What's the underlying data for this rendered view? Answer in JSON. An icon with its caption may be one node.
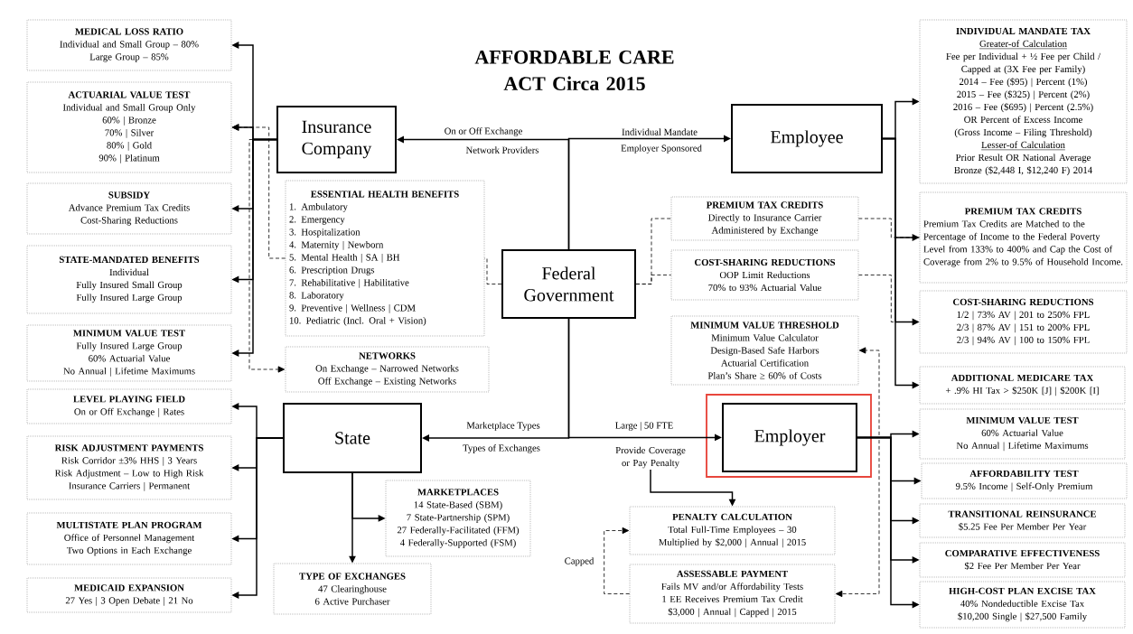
{
  "diagram": {
    "title": "AFFORDABLE CARE ACT Circa 2015",
    "nodes": [
      {
        "text": [
          "MEDICAL LOSS RATIO",
          "Individual and Small Group – 80%",
          "Large Group – 85%"
        ]
      },
      {
        "text": [
          "ACTUARIAL VALUE TEST",
          "Individual and Small Group Only",
          "60% | Bronze",
          "70% | Silver",
          "80% | Gold",
          "90% | Platinum"
        ]
      },
      {
        "text": [
          "SUBSIDY",
          "Advance Premium Tax Credits",
          "Cost-Sharing Reductions"
        ]
      },
      {
        "text": [
          "STATE-MANDATED BENEFITS",
          "Individual",
          "Fully Insured Small Group",
          "Fully Insured Large Group"
        ]
      },
      {
        "text": [
          "MINIMUM VALUE TEST",
          "Fully Insured Large Group",
          "60% Actuarial Value",
          "No Annual | Lifetime Maximums"
        ]
      },
      {
        "text": [
          "LEVEL PLAYING FIELD",
          "On or Off Exchange | Rates"
        ]
      },
      {
        "text": [
          "RISK ADJUSTMENT PAYMENTS",
          "Risk Corridor ±3% HHS | 3 Years",
          "Risk Adjustment – Low to High Risk",
          "Insurance Carriers | Permanent"
        ]
      },
      {
        "text": [
          "MULTISTATE PLAN PROGRAM",
          "Office of Personnel Management",
          "Two Options in Each Exchange"
        ]
      },
      {
        "text": [
          "MEDICAID EXPANSION",
          "27 Yes | 3 Open Debate | 21 No"
        ]
      },
      {
        "text": [
          "Insurance Company"
        ]
      },
      {
        "text": [
          "ESSENTIAL HEALTH BENEFITS",
          "1. Ambulatory",
          "2. Emergency",
          "3. Hospitalization",
          "4. Maternity | Newborn",
          "5. Mental Health | SA | BH",
          "6. Prescription Drugs",
          "7. Rehabilitative | Habilitative",
          "8. Laboratory",
          "9. Preventive | Wellness | CDM",
          "10. Pediatric (Incl. Oral + Vision)"
        ]
      },
      {
        "text": [
          "NETWORKS",
          "On Exchange – Narrowed Networks",
          "Off Exchange – Existing Networks"
        ]
      },
      {
        "text": [
          "Federal Government"
        ]
      },
      {
        "text": [
          "State"
        ]
      },
      {
        "text": [
          "MARKETPLACES",
          "14 State-Based (SBM)",
          "7 State-Partnership (SPM)",
          "27 Federally-Facilitated (FFM)",
          "4 Federally-Supported (FSM)"
        ]
      },
      {
        "text": [
          "TYPE OF EXCHANGES",
          "47 Clearinghouse",
          "6 Active Purchaser"
        ]
      },
      {
        "text": [
          "Employee"
        ]
      },
      {
        "text": [
          "PREMIUM TAX CREDITS",
          "Directly to Insurance Carrier",
          "Administered by Exchange"
        ]
      },
      {
        "text": [
          "COST-SHARING REDUCTIONS",
          "OOP Limit Reductions",
          "70% to 93% Actuarial Value"
        ]
      },
      {
        "text": [
          "MINIMUM VALUE THRESHOLD",
          "Minimum Value Calculator",
          "Design-Based Safe Harbors",
          "Actuarial Certification",
          "Plan’s Share ≥ 60% of Costs"
        ]
      },
      {
        "text": [
          "Employer"
        ]
      },
      {
        "text": [
          "PENALTY CALCULATION",
          "Total Full-Time Employees – 30",
          "Multiplied by $2,000 | Annual | 2015"
        ]
      },
      {
        "text": [
          "ASSESSABLE PAYMENT",
          "Fails MV and/or Affordability Tests",
          "1 EE Receives Premium Tax Credit",
          "$3,000 | Annual | Capped | 2015"
        ]
      },
      {
        "text": [
          "INDIVIDUAL MANDATE TAX",
          "Greater-of Calculation",
          "Fee per Individual + ½ Fee per Child /",
          "Capped at (3X Fee per Family)",
          "2014 – Fee ($95) | Percent (1%)",
          "2015 – Fee ($325) | Percent (2%)",
          "2016 – Fee ($695) | Percent (2.5%)",
          "OR Percent of Excess Income",
          "(Gross Income – Filing Threshold)",
          "Lesser-of Calculation",
          "Prior Result OR National Average",
          "Bronze ($2,448 I, $12,240 F) 2014"
        ]
      },
      {
        "text": [
          "PREMIUM TAX CREDITS",
          "Premium Tax Credits are Matched to the Percentage of Income to the Federal Poverty Level from 133% to 400% and Cap the Cost of Coverage from 2% to 9.5% of Household Income."
        ]
      },
      {
        "text": [
          "COST-SHARING REDUCTIONS",
          "1/2 | 73% AV | 201 to 250% FPL",
          "2/3 | 87% AV | 151 to 200% FPL",
          "2/3 | 94% AV | 100 to 150% FPL"
        ]
      },
      {
        "text": [
          "ADDITIONAL MEDICARE TAX",
          "+ .9% HI Tax > $250K [J] | $200K [I]"
        ]
      },
      {
        "text": [
          "MINIMUM VALUE TEST",
          "60% Actuarial Value",
          "No Annual | Lifetime Maximums"
        ]
      },
      {
        "text": [
          "AFFORDABILITY TEST",
          "9.5% Income | Self-Only Premium"
        ]
      },
      {
        "text": [
          "TRANSITIONAL REINSURANCE",
          "$5.25 Fee Per Member Per Year"
        ]
      },
      {
        "text": [
          "COMPARATIVE EFFECTIVENESS",
          "$2 Fee Per Member Per Year"
        ]
      },
      {
        "text": [
          "HIGH-COST PLAN EXCISE TAX",
          "40% Nondeductible Excise Tax",
          "$10,200 Single | $27,500 Family"
        ]
      },
      {
        "text": [
          "Provide Coverage or Pay Penalty"
        ]
      }
    ],
    "edges": [
      {
        "from": 12,
        "to": 9,
        "arrow": "to",
        "label": "On or Off Exchange"
      },
      {
        "from": 12,
        "to": 16,
        "arrow": "to",
        "label": "Individual Mandate"
      },
      {
        "from": 12,
        "to": 13,
        "arrow": "to",
        "label": "Marketplace Types"
      },
      {
        "from": 12,
        "to": 20,
        "arrow": "to",
        "label": "Large | 50 FTE"
      },
      {
        "from": 9,
        "to": 0,
        "arrow": "to"
      },
      {
        "from": 9,
        "to": 1,
        "arrow": "to"
      },
      {
        "from": 9,
        "to": 2,
        "arrow": "to"
      },
      {
        "from": 9,
        "to": 3,
        "arrow": "to"
      },
      {
        "from": 9,
        "to": 4,
        "arrow": "to"
      },
      {
        "from": 9,
        "to": 11,
        "arrow": "to",
        "style": "dashed"
      },
      {
        "from": 10,
        "to": 1,
        "arrow": "to",
        "style": "dashed"
      },
      {
        "from": 12,
        "to": 10,
        "arrow": "none",
        "style": "dashed"
      },
      {
        "from": 12,
        "to": 17,
        "arrow": "none",
        "style": "dashed"
      },
      {
        "from": 12,
        "to": 18,
        "arrow": "none",
        "style": "dashed"
      },
      {
        "from": 17,
        "to": 24,
        "arrow": "none",
        "style": "dashed"
      },
      {
        "from": 18,
        "to": 25,
        "arrow": "none",
        "style": "dashed"
      },
      {
        "from": 16,
        "to": 23,
        "arrow": "to"
      },
      {
        "from": 16,
        "to": 24,
        "arrow": "to"
      },
      {
        "from": 16,
        "to": 25,
        "arrow": "to"
      },
      {
        "from": 16,
        "to": 26,
        "arrow": "to"
      },
      {
        "from": 13,
        "to": 5,
        "arrow": "to"
      },
      {
        "from": 13,
        "to": 6,
        "arrow": "to"
      },
      {
        "from": 13,
        "to": 7,
        "arrow": "to"
      },
      {
        "from": 13,
        "to": 8,
        "arrow": "to"
      },
      {
        "from": 13,
        "to": 14,
        "arrow": "to"
      },
      {
        "from": 13,
        "to": 15,
        "arrow": "to"
      },
      {
        "from": 32,
        "to": 21,
        "arrow": "to"
      },
      {
        "from": 22,
        "to": 21,
        "arrow": "to",
        "style": "dashed",
        "label": "Capped"
      },
      {
        "from": 20,
        "to": 22,
        "arrow": "to",
        "style": "dashed"
      },
      {
        "from": 20,
        "to": 19,
        "arrow": "to",
        "style": "dashed"
      },
      {
        "from": 20,
        "to": 27,
        "arrow": "to"
      },
      {
        "from": 20,
        "to": 28,
        "arrow": "to"
      },
      {
        "from": 20,
        "to": 29,
        "arrow": "to"
      },
      {
        "from": 20,
        "to": 30,
        "arrow": "to"
      },
      {
        "from": 20,
        "to": 31,
        "arrow": "to"
      }
    ],
    "labels": [
      "Network Providers",
      "Employer Sponsored",
      "Types of Exchanges"
    ]
  }
}
